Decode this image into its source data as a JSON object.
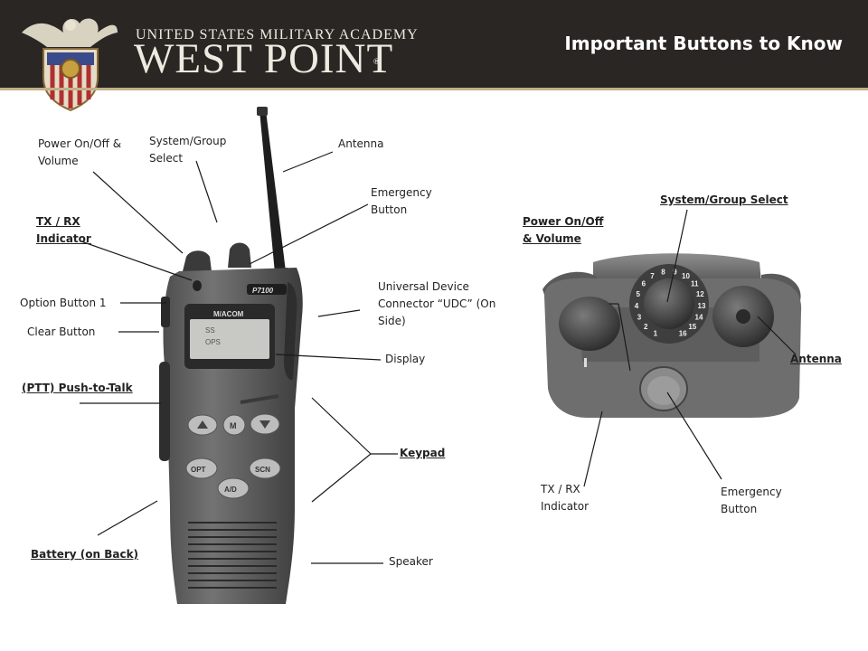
{
  "header": {
    "academy_line": "UNITED STATES MILITARY ACADEMY",
    "logo_text": "WEST POINT",
    "registered_mark": "®",
    "slide_title": "Important Buttons to Know"
  },
  "radio": {
    "brand": "M/ACOM",
    "model": "P7100",
    "screen_lines": [
      "SS",
      "OPS"
    ],
    "keys": [
      "M",
      "OPT",
      "SCN",
      "A/D"
    ]
  },
  "left_labels": {
    "power_on_off": "Power On/Off & Volume",
    "system_group_select": "System/Group Select",
    "antenna": "Antenna",
    "emergency_button": "Emergency Button",
    "tx_rx_indicator": "TX / RX Indicator",
    "option_button_1": "Option Button 1",
    "clear_button": "Clear Button",
    "udc": "Universal Device Connector “UDC” (On Side)",
    "display": "Display",
    "ptt": "(PTT) Push-to-Talk",
    "keypad": "Keypad",
    "battery": "Battery (on Back)",
    "speaker": "Speaker"
  },
  "right_labels": {
    "system_group_select": "System/Group Select",
    "power_on_off": "Power On/Off & Volume",
    "antenna": "Antenna",
    "tx_rx_indicator": "TX / RX Indicator",
    "emergency_button": "Emergency Button"
  },
  "dial_numbers": [
    "1",
    "2",
    "3",
    "4",
    "5",
    "6",
    "7",
    "8",
    "9",
    "10",
    "11",
    "12",
    "13",
    "14",
    "15",
    "16"
  ]
}
